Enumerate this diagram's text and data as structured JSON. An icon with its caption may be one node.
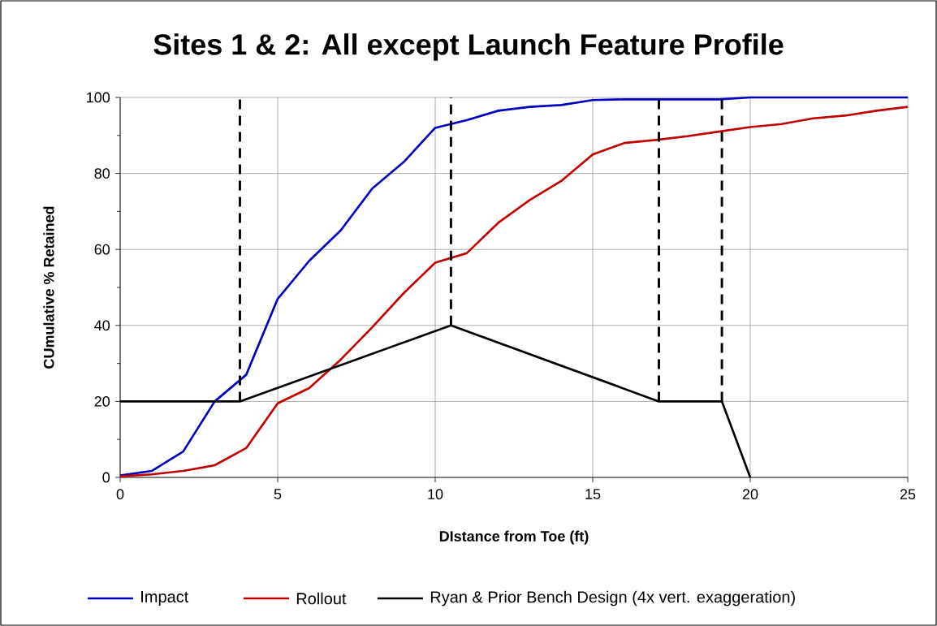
{
  "diagram": {
    "chart_data": {
      "type": "line",
      "title": "Sites 1 & 2: All except Launch Feature Profile",
      "xlabel": "DIstance from Toe (ft)",
      "ylabel": "CUmulative % Retained",
      "x": [
        0,
        1,
        2,
        3,
        4,
        5,
        6,
        7,
        8,
        9,
        10,
        11,
        12,
        13,
        14,
        15,
        16,
        17,
        18,
        19,
        20,
        21,
        22,
        23,
        24,
        25
      ],
      "series": [
        {
          "name": "Impact",
          "color": "#0000c0",
          "values": [
            0.5,
            1.7,
            6.8,
            20,
            27,
            47,
            57,
            65,
            76,
            83,
            92,
            94,
            96.5,
            97.5,
            98,
            99.3,
            99.5,
            99.5,
            99.5,
            99.5,
            100,
            100,
            100,
            100,
            100,
            100
          ]
        },
        {
          "name": "Rollout",
          "color": "#c00000",
          "values": [
            0.3,
            0.8,
            1.7,
            3.2,
            7.7,
            19.5,
            23.5,
            31,
            39.5,
            48.5,
            56.5,
            59,
            67,
            73,
            78,
            85,
            88,
            88.8,
            89.8,
            91,
            92.2,
            93,
            94.5,
            95.2,
            96.5,
            97.5
          ]
        },
        {
          "name": "Ryan & Prior Bench Design (4x vert. exaggeration)",
          "color": "#000000",
          "x": [
            0,
            3.8,
            10.5,
            17.1,
            19.1,
            20
          ],
          "values": [
            20,
            20,
            40,
            20,
            20,
            0
          ]
        },
        {
          "color": "#000000",
          "line_style": "dashed",
          "x": [
            3.8,
            3.8
          ],
          "values": [
            20,
            100
          ]
        },
        {
          "color": "#000000",
          "line_style": "dashed",
          "x": [
            10.5,
            10.5
          ],
          "values": [
            40,
            100
          ]
        },
        {
          "color": "#000000",
          "line_style": "dashed",
          "x": [
            17.1,
            17.1
          ],
          "values": [
            20,
            100
          ]
        },
        {
          "color": "#000000",
          "line_style": "dashed",
          "x": [
            19.1,
            19.1
          ],
          "values": [
            20,
            100
          ]
        }
      ],
      "grid": true,
      "legend": "bottom",
      "xlim": [
        0,
        25
      ],
      "ylim": [
        0,
        100
      ],
      "xticks": [
        0,
        5,
        10,
        15,
        20,
        25
      ],
      "yticks": [
        0,
        20,
        40,
        60,
        80,
        100
      ]
    }
  }
}
